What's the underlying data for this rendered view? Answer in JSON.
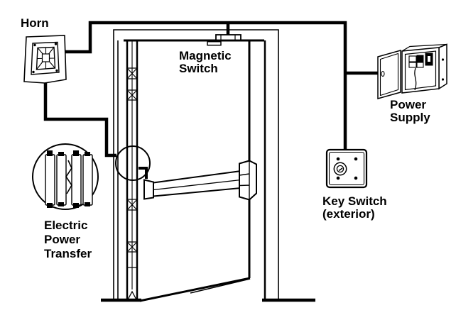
{
  "diagram": {
    "background_color": "#ffffff",
    "line_color": "#000000",
    "labels": {
      "horn": "Horn",
      "magnetic_switch": "Magnetic\nSwitch",
      "power_supply": "Power\nSupply",
      "key_switch": "Key Switch\n(exterior)",
      "electric_power_transfer": "Electric\nPower\nTransfer"
    },
    "icons": {
      "horn": "horn-icon",
      "magnetic_switch": "magnetic-switch-icon",
      "power_supply": "power-supply-box-icon",
      "key_switch": "key-switch-plate-icon",
      "electric_power_transfer": "electric-hinge-detail-icon",
      "door": "door-with-exit-device-icon"
    }
  }
}
